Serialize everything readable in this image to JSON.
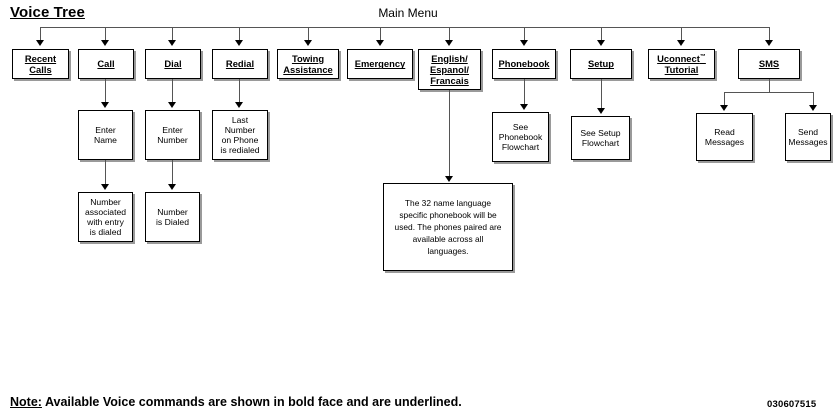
{
  "page": {
    "title": "Voice Tree",
    "main_menu_label": "Main Menu",
    "note_prefix": "Note:",
    "note_text": " Available Voice commands are shown in bold face and are underlined.",
    "doc_code": "030607515",
    "line_color": "#555555",
    "box_border_color": "#000000",
    "background": "#ffffff"
  },
  "main_menu_items": [
    {
      "id": "recent-calls",
      "lines": [
        "Recent",
        "Calls"
      ]
    },
    {
      "id": "call",
      "lines": [
        "Call"
      ]
    },
    {
      "id": "dial",
      "lines": [
        "Dial"
      ]
    },
    {
      "id": "redial",
      "lines": [
        "Redial"
      ]
    },
    {
      "id": "towing-assistance",
      "lines": [
        "Towing",
        "Assistance"
      ]
    },
    {
      "id": "emergency",
      "lines": [
        "Emergency"
      ]
    },
    {
      "id": "language",
      "lines": [
        "English/",
        "Espanol/",
        "Francais"
      ]
    },
    {
      "id": "phonebook",
      "lines": [
        "Phonebook"
      ]
    },
    {
      "id": "setup",
      "lines": [
        "Setup"
      ]
    },
    {
      "id": "uconnect-tutorial",
      "lines": [
        "Uconnect™",
        "Tutorial"
      ]
    },
    {
      "id": "sms",
      "lines": [
        "SMS"
      ]
    }
  ],
  "second_level": [
    {
      "id": "enter-name",
      "lines": [
        "Enter",
        "Name"
      ]
    },
    {
      "id": "enter-number",
      "lines": [
        "Enter",
        "Number"
      ]
    },
    {
      "id": "last-number-redialed",
      "lines": [
        "Last",
        "Number",
        "on Phone",
        "is redialed"
      ]
    },
    {
      "id": "see-phonebook-flowchart",
      "lines": [
        "See",
        "Phonebook",
        "Flowchart"
      ]
    },
    {
      "id": "see-setup-flowchart",
      "lines": [
        "See Setup",
        "Flowchart"
      ]
    },
    {
      "id": "read-messages",
      "lines": [
        "Read",
        "Messages"
      ]
    },
    {
      "id": "send-messages",
      "lines": [
        "Send",
        "Messages"
      ]
    }
  ],
  "third_level": [
    {
      "id": "number-associated-dialed",
      "lines": [
        "Number",
        "associated",
        "with entry",
        "is dialed"
      ]
    },
    {
      "id": "number-is-dialed",
      "lines": [
        "Number",
        "is Dialed"
      ]
    }
  ],
  "language_note": {
    "id": "language-phonebook-note",
    "text": "The 32 name language specific phonebook will be used. The phones paired are available across all languages."
  }
}
